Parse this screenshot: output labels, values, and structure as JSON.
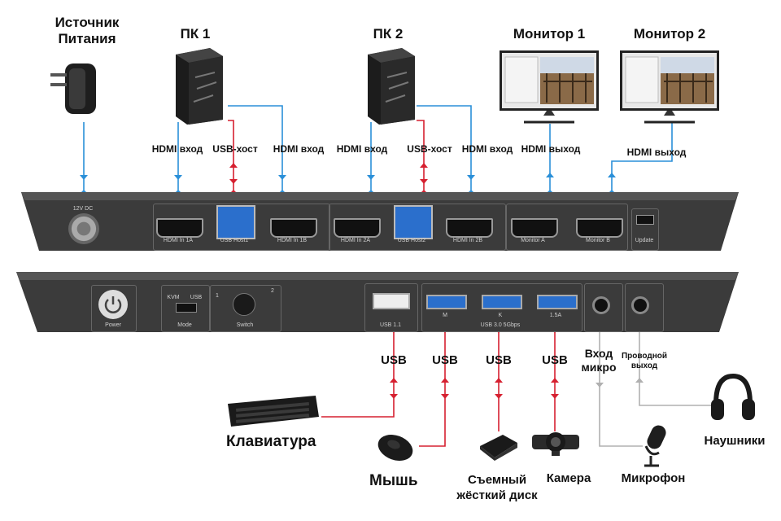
{
  "devices_top": {
    "power": "Источник\nПитания",
    "pc1": "ПК 1",
    "pc2": "ПК 2",
    "monitor1": "Монитор 1",
    "monitor2": "Монитор 2"
  },
  "top_labels": {
    "hdmi_in_1a": "HDMI вход",
    "usb_host_1": "USB-хост",
    "hdmi_in_1b": "HDMI вход",
    "hdmi_in_2a": "HDMI вход",
    "usb_host_2": "USB-хост",
    "hdmi_in_2b": "HDMI вход",
    "hdmi_out_a": "HDMI выход",
    "hdmi_out_b": "HDMI выход"
  },
  "rear_ports": {
    "dc": "12V DC",
    "hdmi_1a": "HDMI In 1A",
    "usb_host1": "USB Host1",
    "hdmi_1b": "HDMI In 1B",
    "hdmi_2a": "HDMI In 2A",
    "usb_host2": "USB Host2",
    "hdmi_2b": "HDMI In 2B",
    "mon_a": "Monitor A",
    "mon_b": "Monitor B",
    "update": "Update"
  },
  "front_ports": {
    "power": "Power",
    "mode": "Mode",
    "mode_left": "KVM",
    "mode_right": "USB",
    "switch": "Switch",
    "switch_1": "1",
    "switch_2": "2",
    "usb11": "USB 1.1",
    "usb3": "USB 3.0 5Gbps",
    "port_m": "M",
    "port_k": "K",
    "port_15a": "1.5A"
  },
  "bottom_labels": {
    "usb1": "USB",
    "usb2": "USB",
    "usb3": "USB",
    "usb4": "USB",
    "mic_in": "Вход\nмикро",
    "wired_out": "Проводной\nвыход"
  },
  "devices_bottom": {
    "keyboard": "Клавиатура",
    "mouse": "Мышь",
    "hdd": "Съемный\nжёсткий диск",
    "camera": "Камера",
    "mic": "Микрофон",
    "headphones": "Наушники"
  },
  "colors": {
    "hdmi_wire": "#2a8fd8",
    "usb_wire": "#d62030",
    "audio_wire": "#b0b0b0",
    "chassis": "#3b3b3b"
  }
}
